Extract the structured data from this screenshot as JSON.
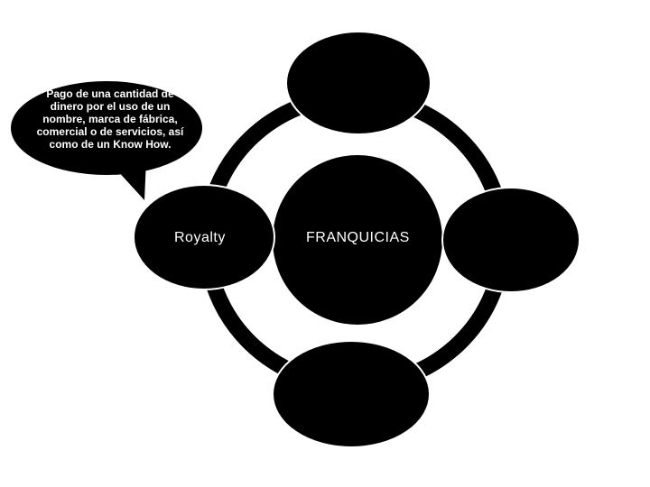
{
  "diagram": {
    "center_label": "FRANQUICIAS",
    "royalty_label": "Royalty",
    "callout_text": "Pago de una cantidad de dinero por el uso de un nombre,  marca de fábrica, comercial o de servicios, así como de un Know How.",
    "colors": {
      "background": "#ffffff",
      "shape_fill": "#000000",
      "ring_stroke": "#000000",
      "node_border": "#ffffff",
      "text": "#ffffff"
    }
  }
}
